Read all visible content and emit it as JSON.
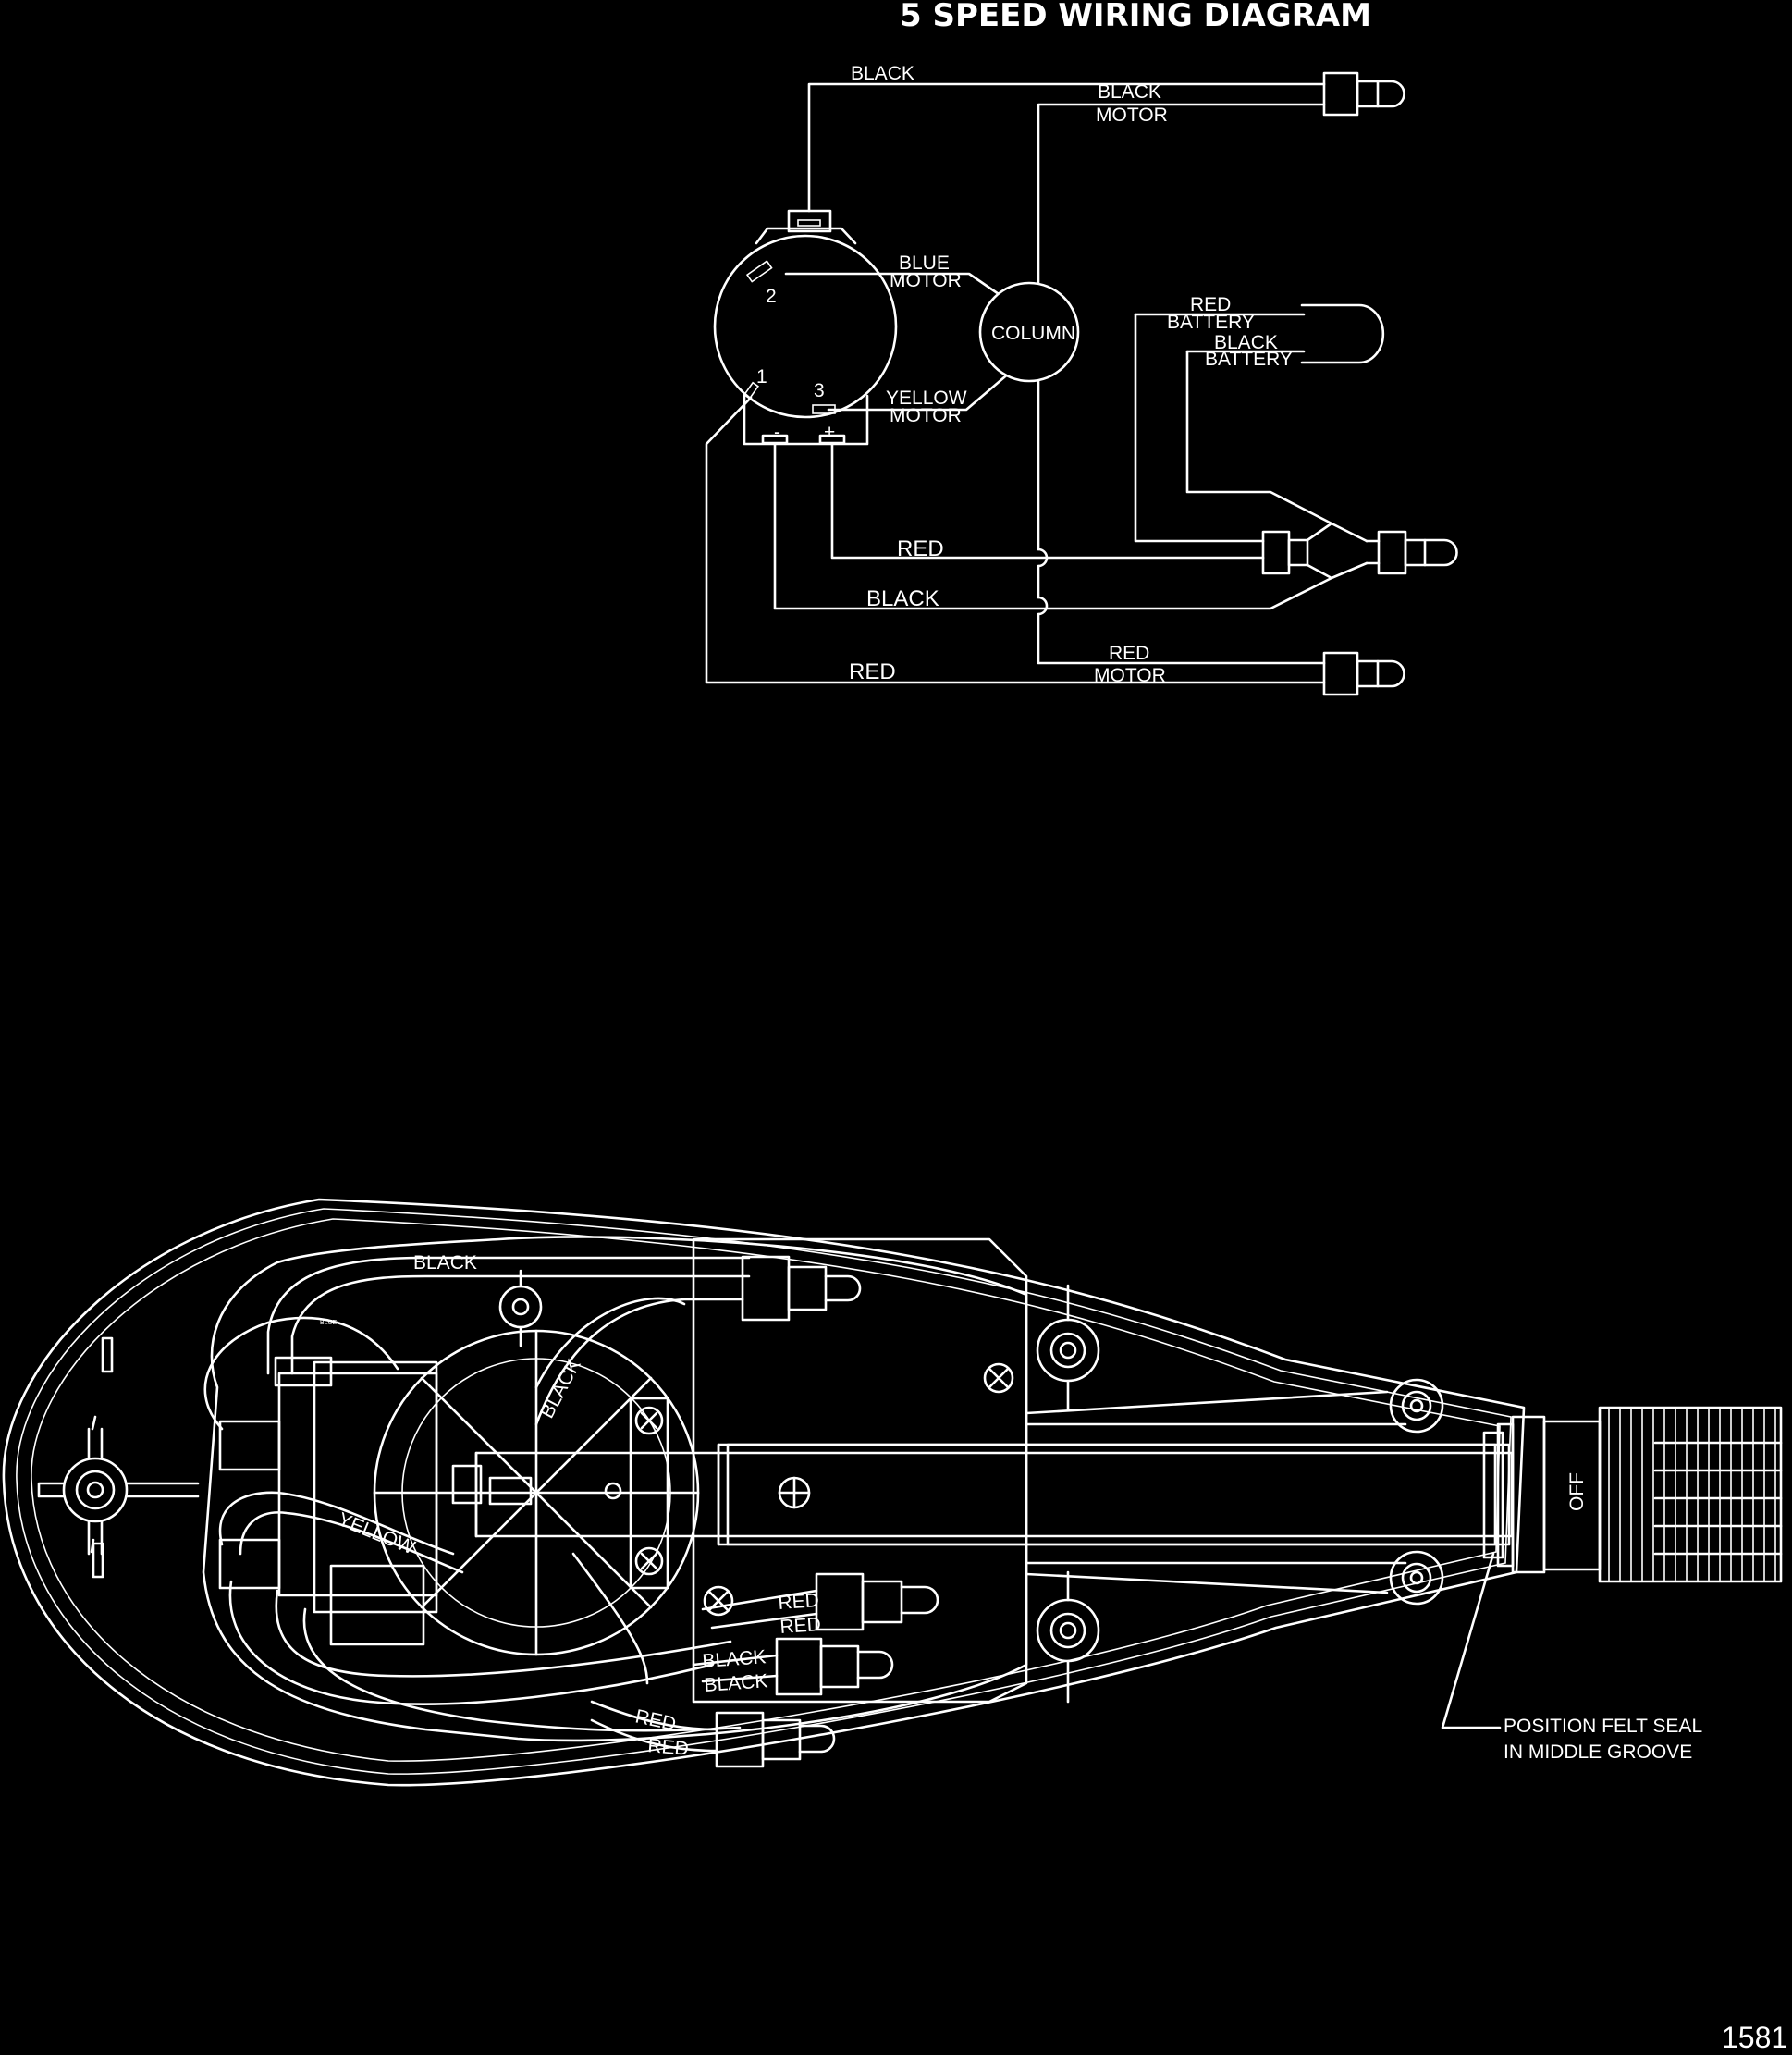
{
  "title": "5 SPEED WIRING DIAGRAM",
  "schematic": {
    "switch_terminals": {
      "t1": "1",
      "t2": "2",
      "t3": "3",
      "minus": "-",
      "plus": "+"
    },
    "column_label": "COLUMN",
    "labels": {
      "black_top": "BLACK",
      "black_motor_1": "BLACK",
      "black_motor_2": "MOTOR",
      "blue_motor_1": "BLUE",
      "blue_motor_2": "MOTOR",
      "yellow_motor_1": "YELLOW",
      "yellow_motor_2": "MOTOR",
      "red_battery_1": "RED",
      "red_battery_2": "BATTERY",
      "black_battery_1": "BLACK",
      "black_battery_2": "BATTERY",
      "red_mid": "RED",
      "black_mid": "BLACK",
      "red_bottom": "RED",
      "red_motor_1": "RED",
      "red_motor_2": "MOTOR"
    }
  },
  "assembly": {
    "labels": {
      "black": "BLACK",
      "blue_small": "BLUE",
      "black_diag": "BLACK",
      "yellow": "YELLOW",
      "red_1": "RED",
      "red_2": "RED",
      "black_1": "BLACK",
      "black_2": "BLACK",
      "red_3": "RED",
      "red_4": "RED",
      "off": "OFF"
    },
    "callout_line1": "POSITION FELT SEAL",
    "callout_line2": "IN MIDDLE GROOVE"
  },
  "figure_number": "1581"
}
